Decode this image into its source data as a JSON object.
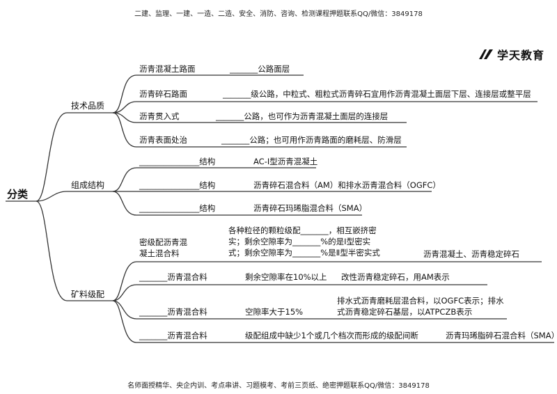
{
  "header": {
    "text": "二建、监理、一建、一造、二造、安全、消防、咨询、检测课程押题联系QQ/微信：3849178"
  },
  "footer": {
    "text": "名师面授精华、央企内训、考点串讲、习题模考、考前三页纸、绝密押题联系QQ/微信：3849178"
  },
  "logo": {
    "text": "学天教育"
  },
  "root": {
    "label": "分类"
  },
  "categories": {
    "tech": "技术品质",
    "structure": "组成结构",
    "grading": "矿料级配"
  },
  "tech_items": [
    {
      "name": "沥青混凝土路面",
      "desc": "_______公路面层"
    },
    {
      "name": "沥青碎石路面",
      "desc": "_______级公路，中粒式、粗粒式沥青碎石宜用作沥青混凝土面层下层、连接层或整平层"
    },
    {
      "name": "沥青贯入式",
      "desc": "_______公路，也可作为沥青混凝土面层的连接层"
    },
    {
      "name": "沥青表面处治",
      "desc": "_______公路；也可用作沥青路面的磨耗层、防滑层"
    }
  ],
  "structure_items": [
    {
      "name": "_______________结构",
      "desc": "AC-I型沥青混凝土"
    },
    {
      "name": "_______________结构",
      "desc": "沥青碎石混合料（AM）和排水沥青混合料（OGFC）"
    },
    {
      "name": "_______________结构",
      "desc": "沥青碎石玛琋脂混合料（SMA）"
    }
  ],
  "grading_items": [
    {
      "name_lines": [
        "密级配沥青混",
        "凝土混合料"
      ],
      "desc_lines": [
        "各种粒径的颗粒级配_______，相互嵌挤密",
        "实；剩余空隙率为_______%的是Ⅰ型密实",
        "式；剩余空隙率为_______%是Ⅱ型半密实式"
      ],
      "example": "沥青混凝土、沥青稳定碎石"
    },
    {
      "name": "_______沥青混合料",
      "desc": "剩余空隙率在10%以上",
      "example": "改性沥青稳定碎石，用AM表示"
    },
    {
      "name": "_______沥青混合料",
      "desc": "空隙率大于15%",
      "example_lines": [
        "排水式沥青磨耗层混合料，以OGFC表示；排水",
        "式沥青稳定碎石基层，以ATPCZB表示"
      ]
    },
    {
      "name": "_______沥青混合料",
      "desc": "级配组成中缺少1个或几个档次而形成的级配间断",
      "example": "沥青玛琋脂碎石混合料（SMA）"
    }
  ]
}
